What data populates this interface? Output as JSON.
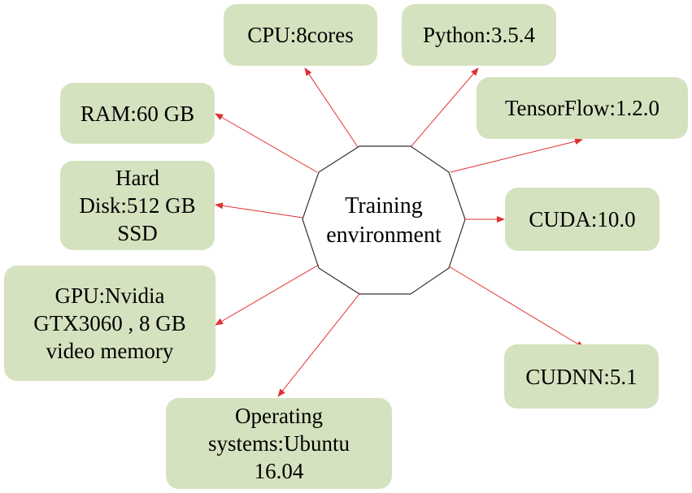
{
  "colors": {
    "node_fill": "#d5e2bf",
    "arrow": "#e03030",
    "center_stroke": "#333333",
    "center_fill": "#ffffff"
  },
  "center": {
    "label": "Training\nenvironment"
  },
  "nodes": [
    {
      "id": "cpu",
      "label": "CPU:8cores"
    },
    {
      "id": "python",
      "label": "Python:3.5.4"
    },
    {
      "id": "ram",
      "label": "RAM:60 GB"
    },
    {
      "id": "tensorflow",
      "label": "TensorFlow:1.2.0"
    },
    {
      "id": "hard-disk",
      "label": "Hard\nDisk:512 GB\nSSD"
    },
    {
      "id": "cuda",
      "label": "CUDA:10.0"
    },
    {
      "id": "gpu",
      "label": "GPU:Nvidia\nGTX3060 , 8 GB\nvideo memory"
    },
    {
      "id": "cudnn",
      "label": "CUDNN:5.1"
    },
    {
      "id": "os",
      "label": "Operating\nsystems:Ubuntu\n16.04"
    }
  ]
}
